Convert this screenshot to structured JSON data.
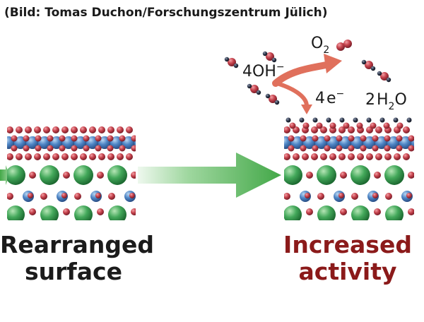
{
  "credit": "(Bild: Tomas Duchon/Forschungszentrum Jülich)",
  "reaction": {
    "reactant_coef": "4",
    "reactant_species": "OH",
    "reactant_charge": "−",
    "oxygen_symbol": "O",
    "oxygen_subscript": "2",
    "electron_coef": "4",
    "electron_symbol": "e",
    "electron_charge": "−",
    "water_coef": "2",
    "water_h": "H",
    "water_subscript": "2",
    "water_o": "O"
  },
  "left_panel": {
    "caption_line1": "Rearranged",
    "caption_line2": "surface"
  },
  "right_panel": {
    "caption_line1": "Increased",
    "caption_line2": "activity"
  },
  "colors": {
    "oxygen_red": "#c0404a",
    "blue_atom": "#4f86c6",
    "green_atom": "#43a85a",
    "dark_atom": "#2a3244",
    "arrow_green": "#4fb04f",
    "arrow_salmon": "#e0705c",
    "activity_text": "#8b1a1a"
  }
}
